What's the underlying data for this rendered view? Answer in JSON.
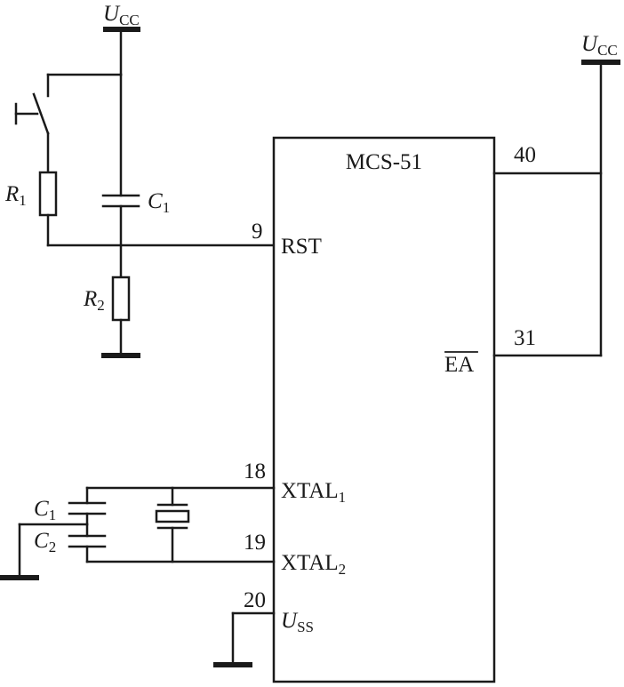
{
  "supply": {
    "symbol": "U",
    "subscript": "CC"
  },
  "ground_pin_label": {
    "symbol": "U",
    "subscript": "SS"
  },
  "chip": {
    "name": "MCS-51"
  },
  "pins": {
    "rst": {
      "number": "9",
      "name": "RST"
    },
    "vcc": {
      "number": "40"
    },
    "ea": {
      "number": "31",
      "name": "EA"
    },
    "xtal1": {
      "number": "18",
      "name": "XTAL",
      "subscript": "1"
    },
    "xtal2": {
      "number": "19",
      "name": "XTAL",
      "subscript": "2"
    },
    "vss": {
      "number": "20"
    }
  },
  "components": {
    "r1": {
      "symbol": "R",
      "subscript": "1"
    },
    "r2": {
      "symbol": "R",
      "subscript": "2"
    },
    "c1_reset": {
      "symbol": "C",
      "subscript": "1"
    },
    "c1_osc": {
      "symbol": "C",
      "subscript": "1"
    },
    "c2_osc": {
      "symbol": "C",
      "subscript": "2"
    }
  }
}
